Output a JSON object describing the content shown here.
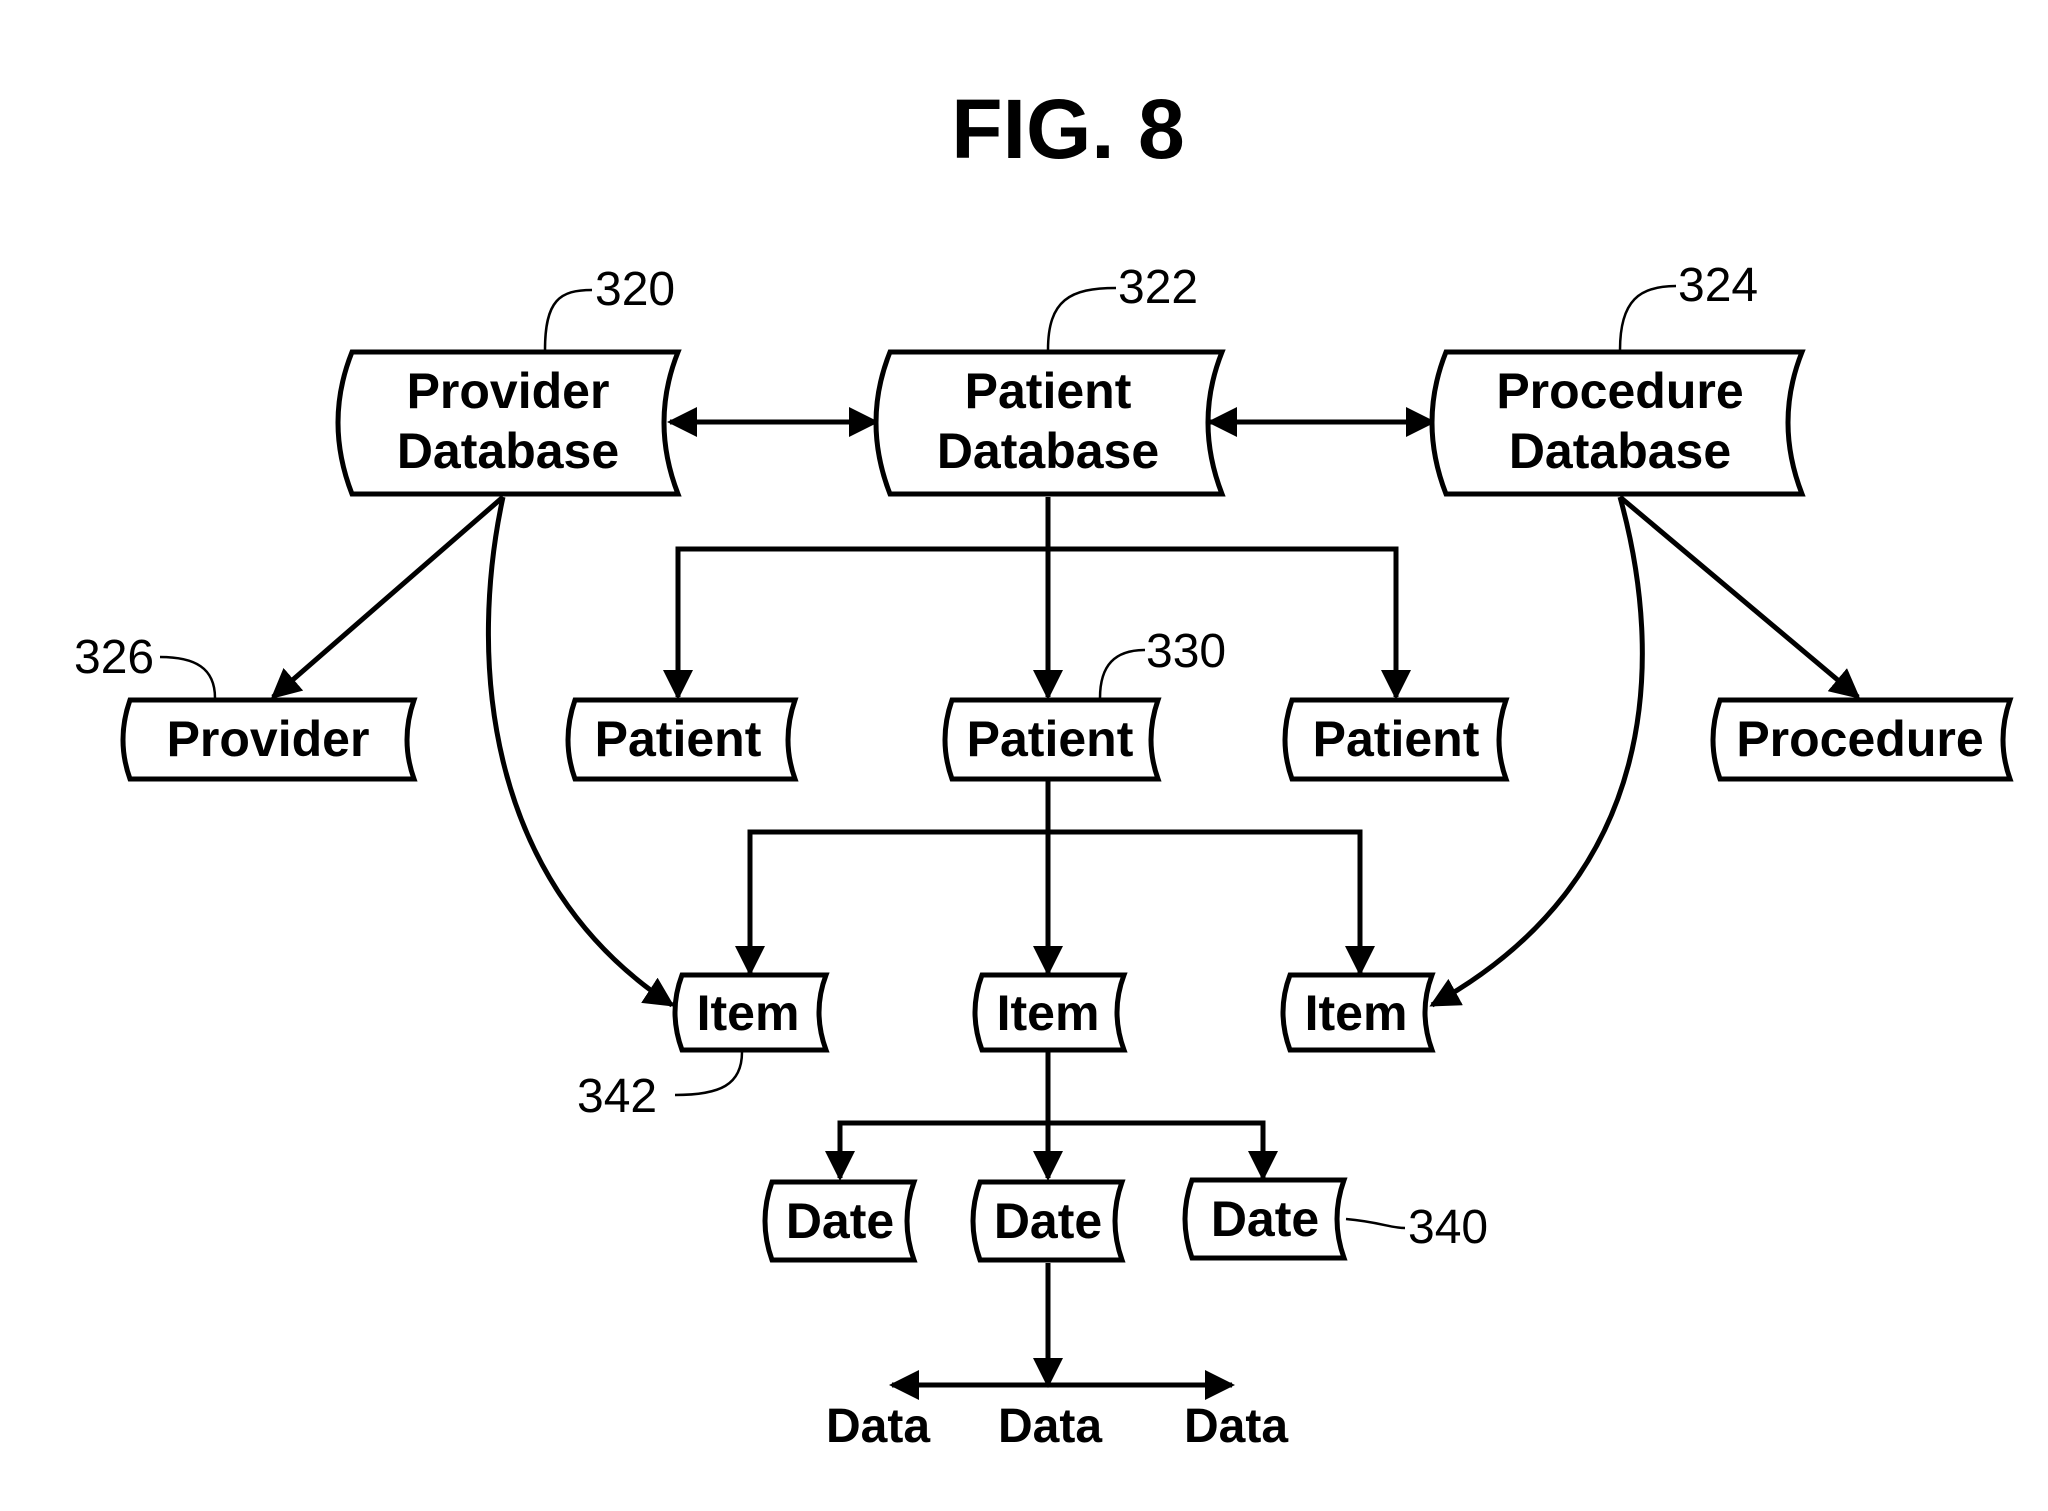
{
  "figure": {
    "title": "FIG. 8"
  },
  "nodes": {
    "provider_db": {
      "lines": [
        "Provider",
        "Database"
      ],
      "ref": "320"
    },
    "patient_db": {
      "lines": [
        "Patient",
        "Database"
      ],
      "ref": "322"
    },
    "procedure_db": {
      "lines": [
        "Procedure",
        "Database"
      ],
      "ref": "324"
    },
    "provider": {
      "label": "Provider",
      "ref": "326"
    },
    "patient_1": {
      "label": "Patient"
    },
    "patient_2": {
      "label": "Patient",
      "ref": "330"
    },
    "patient_3": {
      "label": "Patient"
    },
    "procedure": {
      "label": "Procedure"
    },
    "item_1": {
      "label": "Item",
      "ref": "342"
    },
    "item_2": {
      "label": "Item"
    },
    "item_3": {
      "label": "Item"
    },
    "date_1": {
      "label": "Date"
    },
    "date_2": {
      "label": "Date"
    },
    "date_3": {
      "label": "Date",
      "ref": "340"
    },
    "data_1": {
      "label": "Data"
    },
    "data_2": {
      "label": "Data"
    },
    "data_3": {
      "label": "Data"
    }
  }
}
